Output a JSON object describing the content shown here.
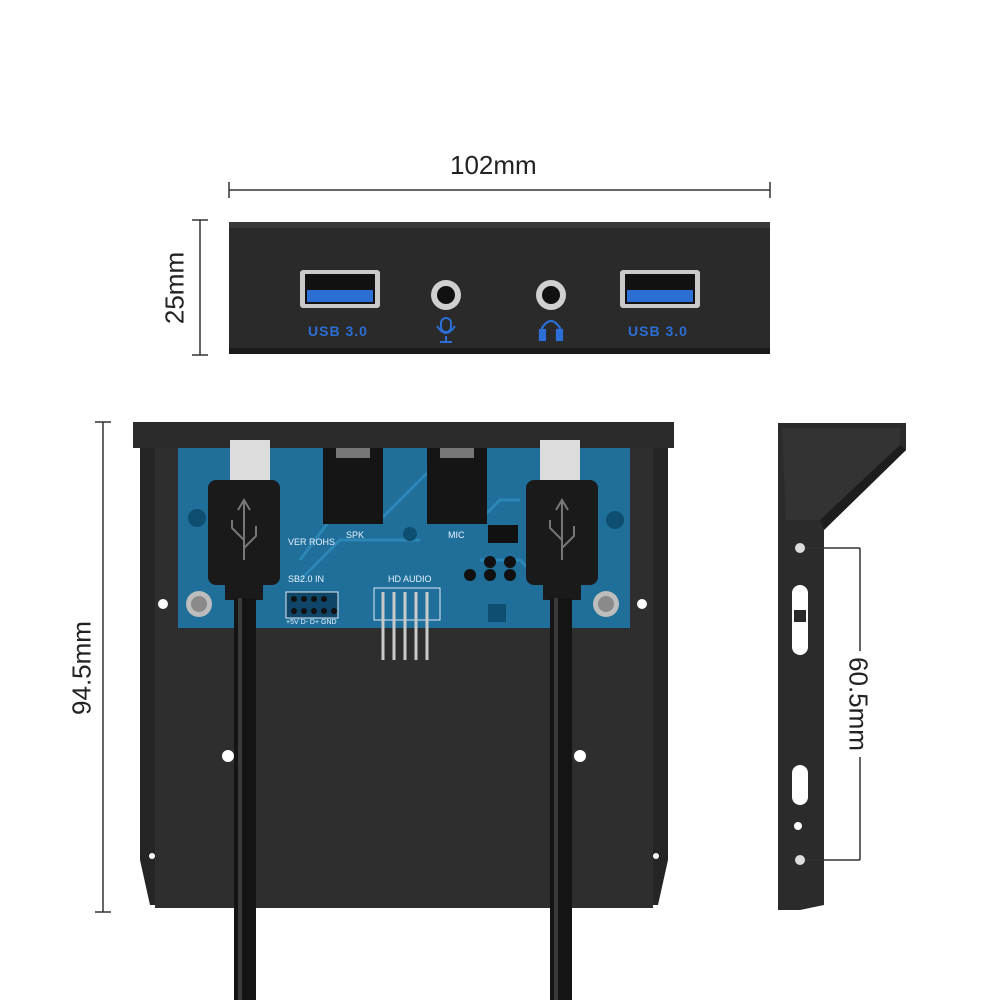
{
  "dimensions": {
    "width": "102mm",
    "height": "25mm",
    "depth": "94.5mm",
    "hole_spacing": "60.5mm"
  },
  "front_panel": {
    "left_port_label": "USB 3.0",
    "right_port_label": "USB 3.0"
  },
  "pcb_labels": {
    "spk": "SPK",
    "mic": "MIC",
    "hd_audio": "HD AUDIO",
    "ver_rohs": "VER ROHS",
    "usb2_in": "SB2.0 IN",
    "pins": "+5V D- D+ GND"
  },
  "colors": {
    "metal": "#2a2a2a",
    "pcb": "#1f6f9a",
    "usb_blue": "#2b6fd6"
  }
}
